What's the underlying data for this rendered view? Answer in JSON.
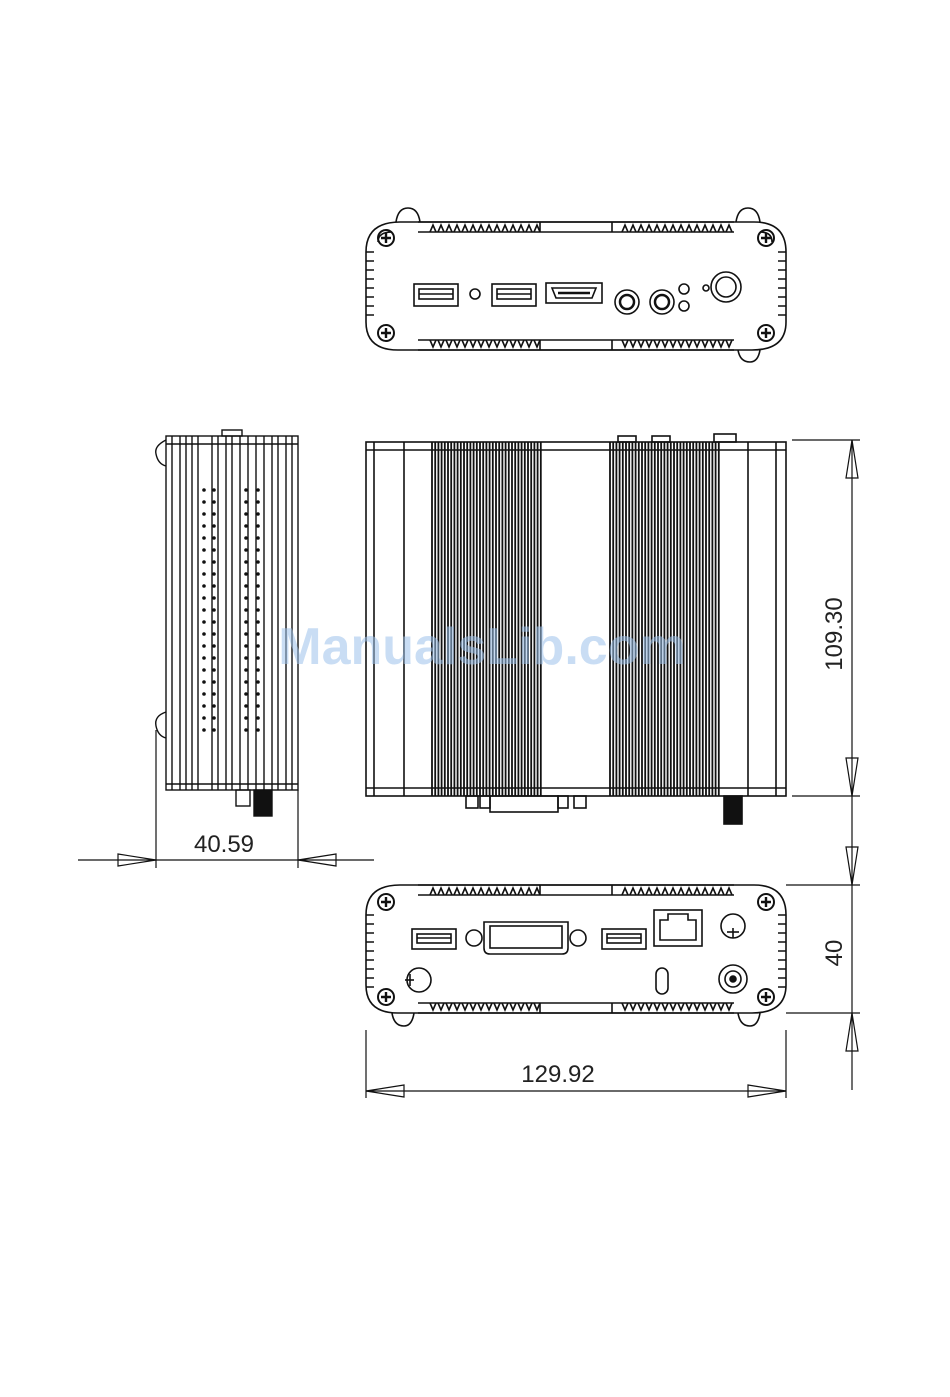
{
  "dimensions": {
    "side_width": "40.59",
    "top_depth": "109.30",
    "front_height": "40",
    "overall_width": "129.92"
  },
  "watermark": "ManualsLib.com",
  "colors": {
    "line": "#1a1a1a",
    "watermark": "#9ec3ec"
  }
}
